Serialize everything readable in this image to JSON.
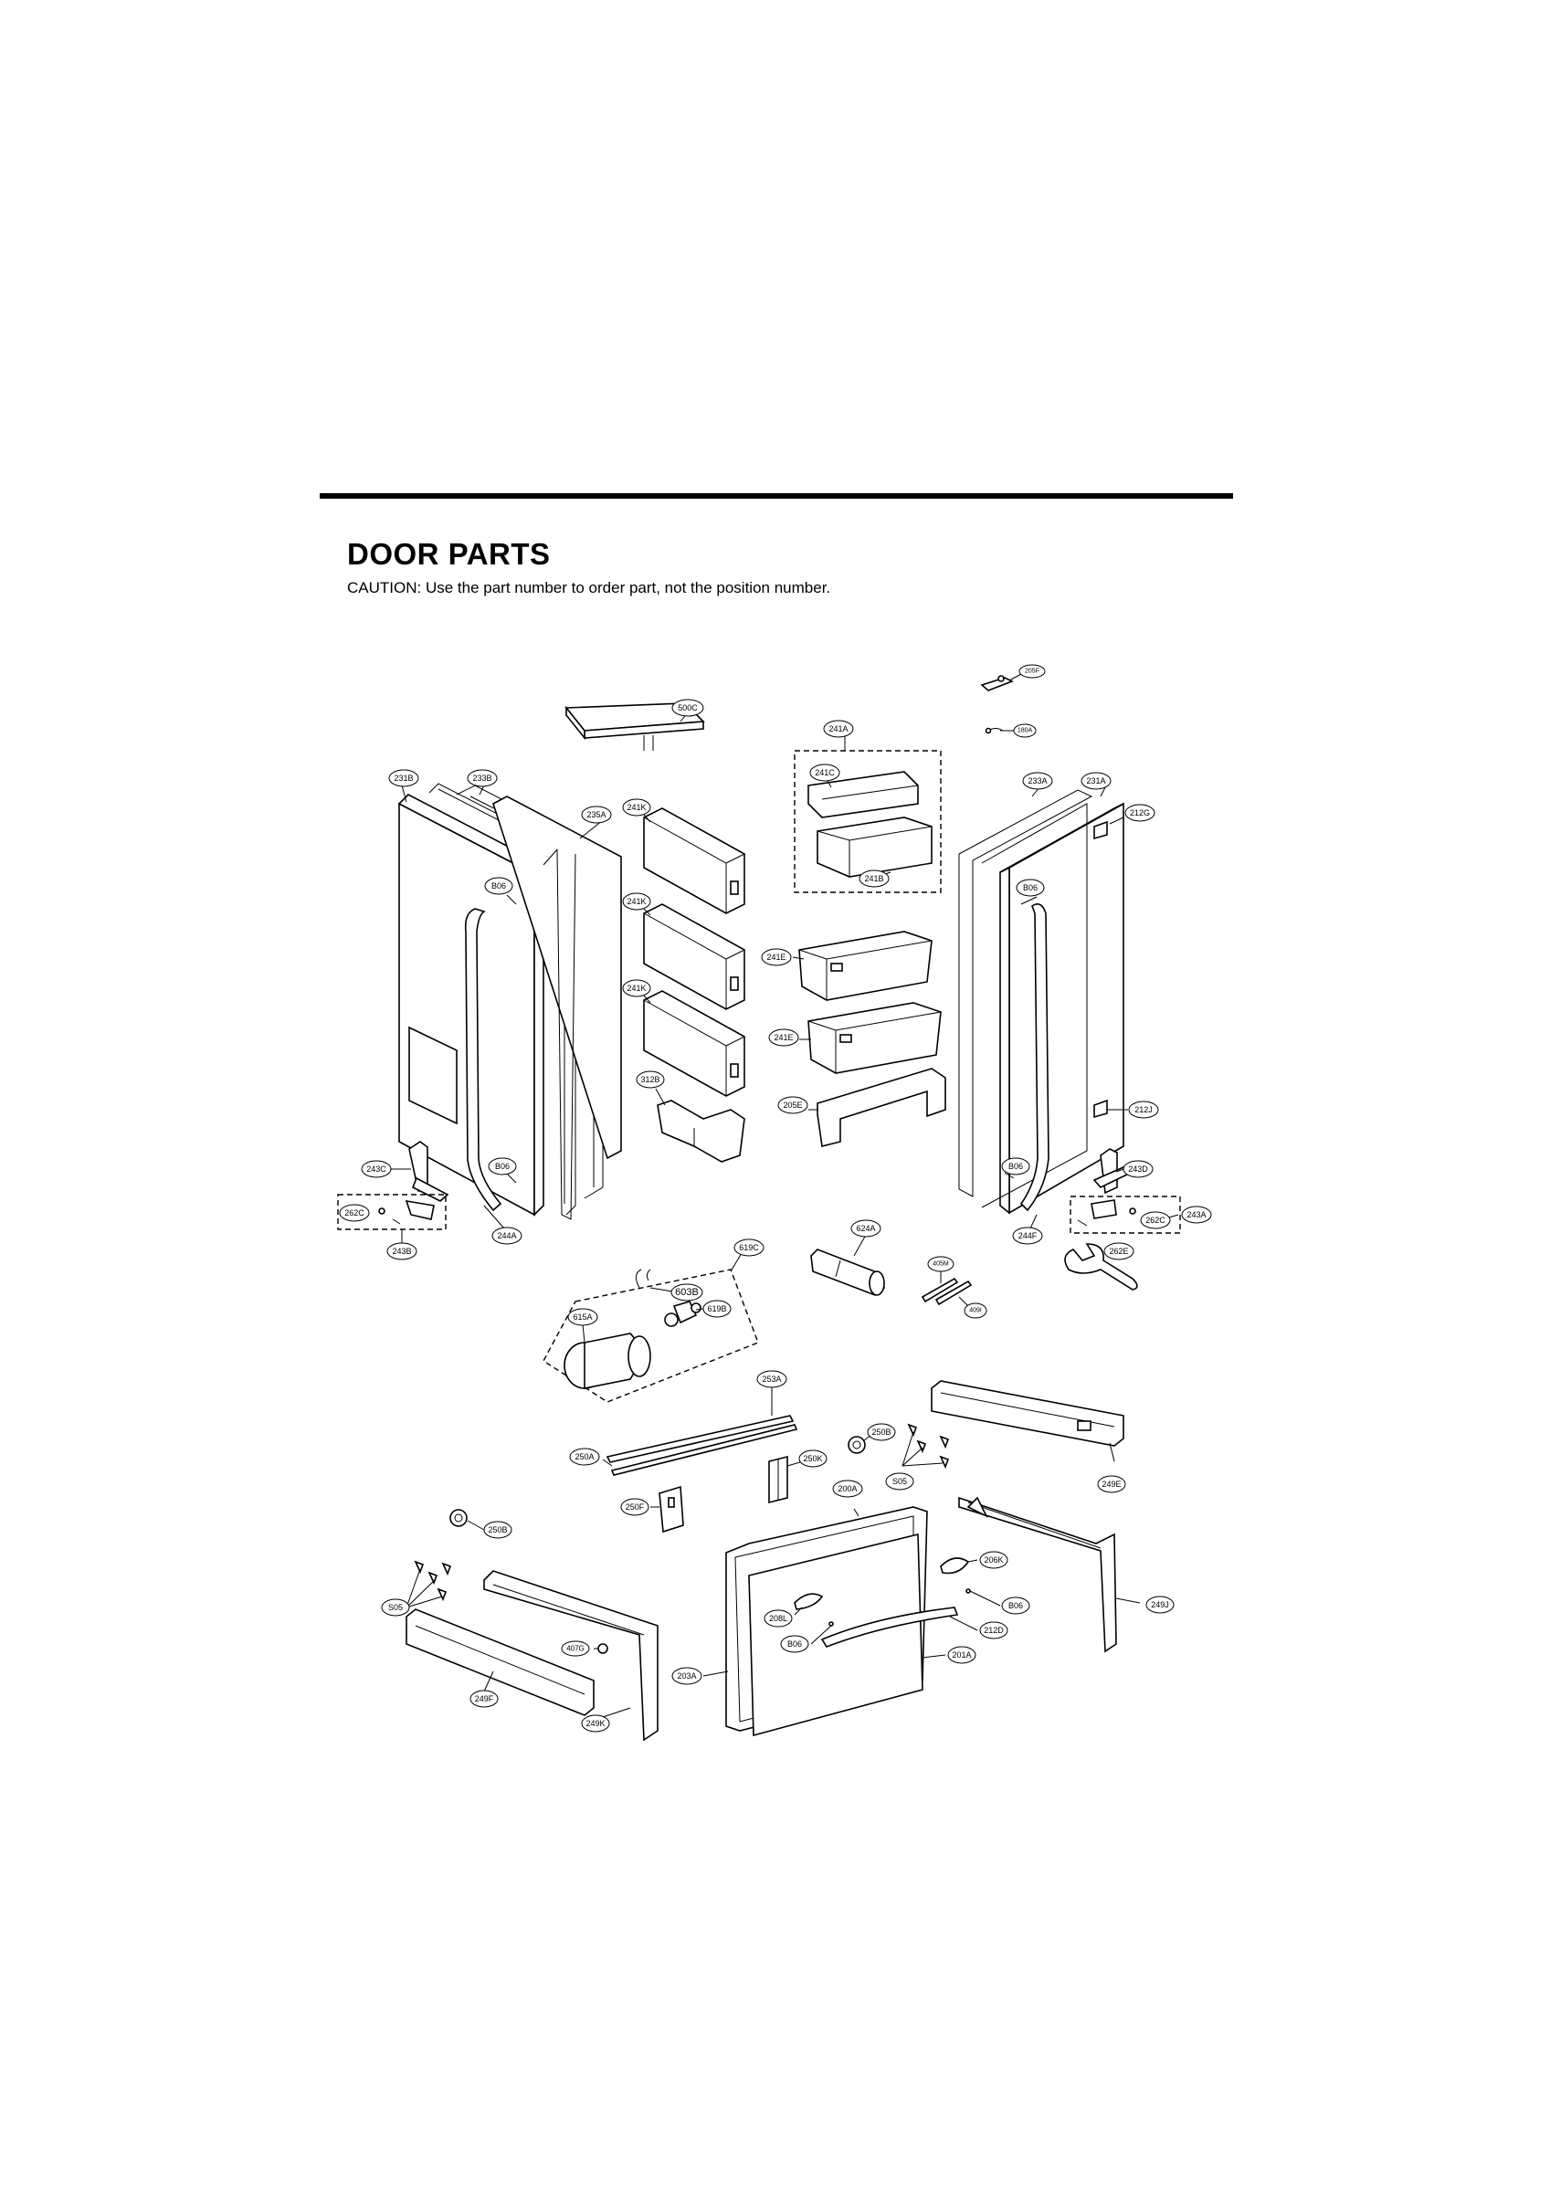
{
  "page": {
    "title": "DOOR PARTS",
    "caution": "CAUTION: Use the part number to order part, not the position number."
  },
  "callouts": {
    "c205F": "205F",
    "c180A": "180A",
    "c500C": "500C",
    "c241A": "241A",
    "c231B": "231B",
    "c233B": "233B",
    "c241C": "241C",
    "c233A": "233A",
    "c231A": "231A",
    "c212G": "212G",
    "c235A": "235A",
    "c241K_1": "241K",
    "c241B": "241B",
    "c806_L1": "B06",
    "c806_R1": "B06",
    "c241K_2": "241K",
    "c241E_1": "241E",
    "c241K_3": "241K",
    "c241E_2": "241E",
    "c312B": "312B",
    "c205E": "205E",
    "c212J": "212J",
    "c243C": "243C",
    "c806_L2": "B06",
    "c806_R2": "B06",
    "c243D": "243D",
    "c262C_L": "262C",
    "c262C_R": "262C",
    "c243A": "243A",
    "c243B": "243B",
    "c244A": "244A",
    "c244F": "244F",
    "c262E": "262E",
    "c624A": "624A",
    "c619C": "619C",
    "c405M": "405M",
    "c603B": "603B",
    "c409": "409I",
    "c619B": "619B",
    "c615A": "615A",
    "c253A": "253A",
    "c250B_1": "250B",
    "c250A": "250A",
    "c250K": "250K",
    "c805_R": "S05",
    "c200A": "200A",
    "c249E": "249E",
    "c250F": "250F",
    "c250B_2": "250B",
    "c206K": "206K",
    "c806_D": "B06",
    "c249J": "249J",
    "c805_L": "S05",
    "c208L": "208L",
    "c212D": "212D",
    "c806_D2": "B06",
    "c201A": "201A",
    "c407G": "407G",
    "c203A": "203A",
    "c249F": "249F",
    "c249K": "249K"
  }
}
